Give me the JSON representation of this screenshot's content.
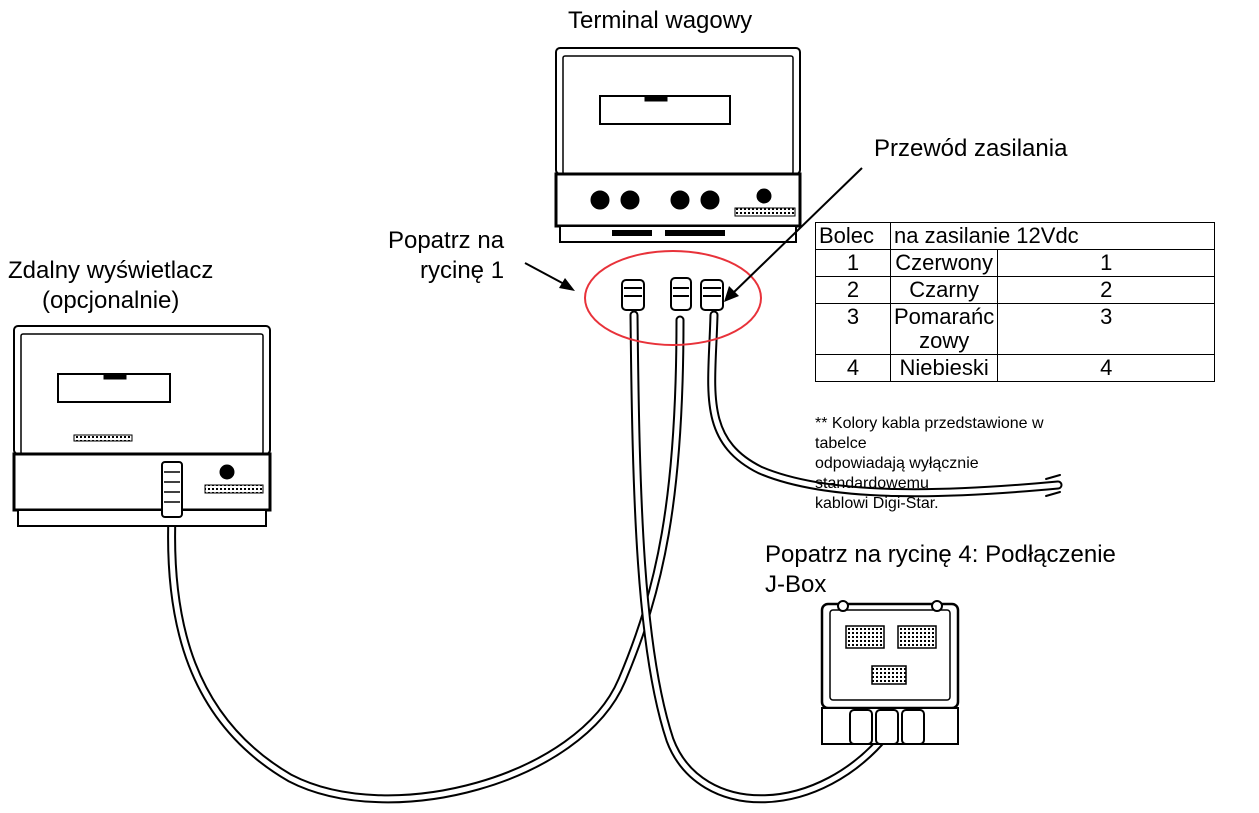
{
  "labels": {
    "terminal": "Terminal wagowy",
    "power_cable": "Przewód zasilania",
    "see_fig1_line1": "Popatrz na",
    "see_fig1_line2": "rycinę 1",
    "remote_line1": "Zdalny wyświetlacz",
    "remote_line2": "(opcjonalnie)",
    "jbox_line1": "Popatrz na rycinę 4: Podłączenie",
    "jbox_line2": "J-Box"
  },
  "table": {
    "header_pin": "Bolec",
    "header_power": "na zasilanie 12Vdc",
    "rows": [
      {
        "pin": "1",
        "color": "Czerwony",
        "num": "1"
      },
      {
        "pin": "2",
        "color": "Czarny",
        "num": "2"
      },
      {
        "pin": "3",
        "color_line1": "Pomarańc",
        "color_line2": "zowy",
        "num": "3"
      },
      {
        "pin": "4",
        "color": "Niebieski",
        "num": "4"
      }
    ]
  },
  "note": {
    "line1": "** Kolory kabla przedstawione w tabelce",
    "line2": "odpowiadają wyłącznie standardowemu",
    "line3": "kablowi Digi-Star."
  },
  "colors": {
    "highlight_ellipse": "#e8323a",
    "outline": "#000000"
  }
}
